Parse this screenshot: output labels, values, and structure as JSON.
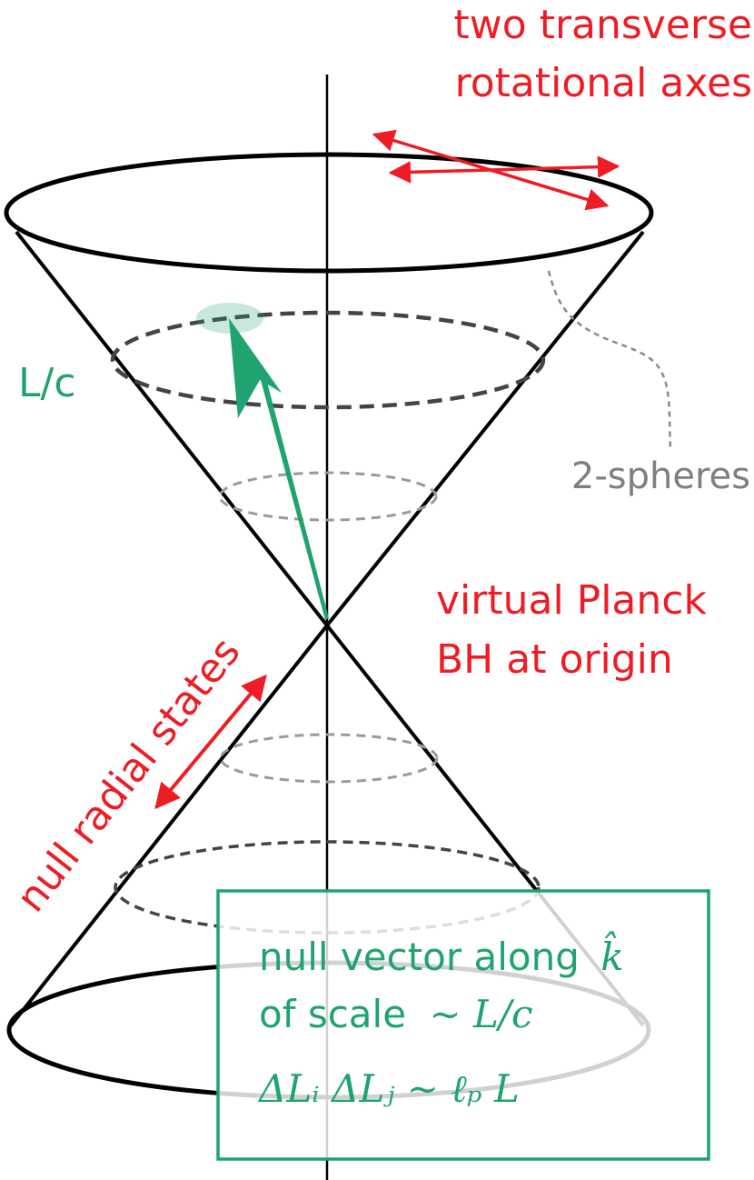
{
  "labels": {
    "rotational_axes_line1": "two transverse",
    "rotational_axes_line2": "rotational axes",
    "spheres": "2-spheres",
    "planck_line1": "virtual Planck",
    "planck_line2": "BH at origin",
    "radial_states": "null radial states",
    "scale_vector": "L/c"
  },
  "info_box": {
    "line1_text": "null vector along",
    "line1_math": "k̂",
    "line2_text": "of scale",
    "line2_math": "∼ L/c",
    "line3_math": "ΔLᵢ ΔLⱼ ∼ ℓₚ L"
  },
  "colors": {
    "annotation_red": "#ee1c24",
    "vector_green": "#1fa36f",
    "sphere_grey": "#808080",
    "cone_black": "#000000"
  }
}
